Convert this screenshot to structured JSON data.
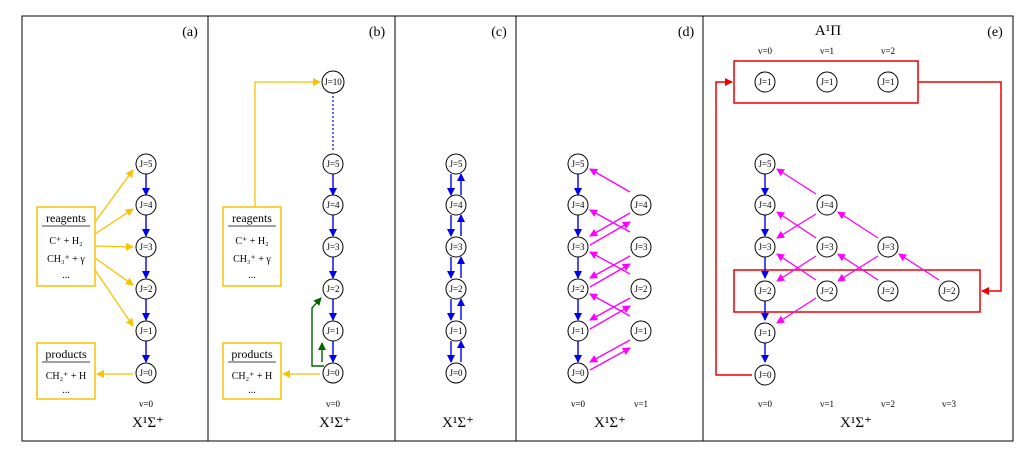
{
  "panels": [
    {
      "label": "(a)",
      "state": "X¹Σ⁺",
      "v_labels": [
        "v=0"
      ]
    },
    {
      "label": "(b)",
      "state": "X¹Σ⁺",
      "v_labels": [
        "v=0"
      ]
    },
    {
      "label": "(c)",
      "state": "X¹Σ⁺",
      "v_labels": []
    },
    {
      "label": "(d)",
      "state": "X¹Σ⁺",
      "v_labels": [
        "v=0",
        "v=1"
      ]
    },
    {
      "label": "(e)",
      "state": "X¹Σ⁺",
      "v_labels": [
        "v=0",
        "v=1",
        "v=2",
        "v=3"
      ],
      "upper_state": "A¹Π",
      "upper_v_labels": [
        "v=0",
        "v=1",
        "v=2"
      ]
    }
  ],
  "levels": {
    "j0": "J=0",
    "j1": "J=1",
    "j2": "J=2",
    "j3": "J=3",
    "j4": "J=4",
    "j5": "J=5",
    "j10": "J=10"
  },
  "reagents_box": {
    "title": "reagents",
    "line1": "C⁺ + H₂",
    "line2": "CH₃⁺ + γ",
    "line3": "..."
  },
  "products_box": {
    "title": "products",
    "line1": "CH₂⁺ + H",
    "line2": "..."
  },
  "colors": {
    "rotational_cascade": "#0000ee",
    "formation_flux": "#f5c400",
    "collisional": "#006400",
    "vibrational": "#ff00ff",
    "electronic": "#ee0000"
  }
}
